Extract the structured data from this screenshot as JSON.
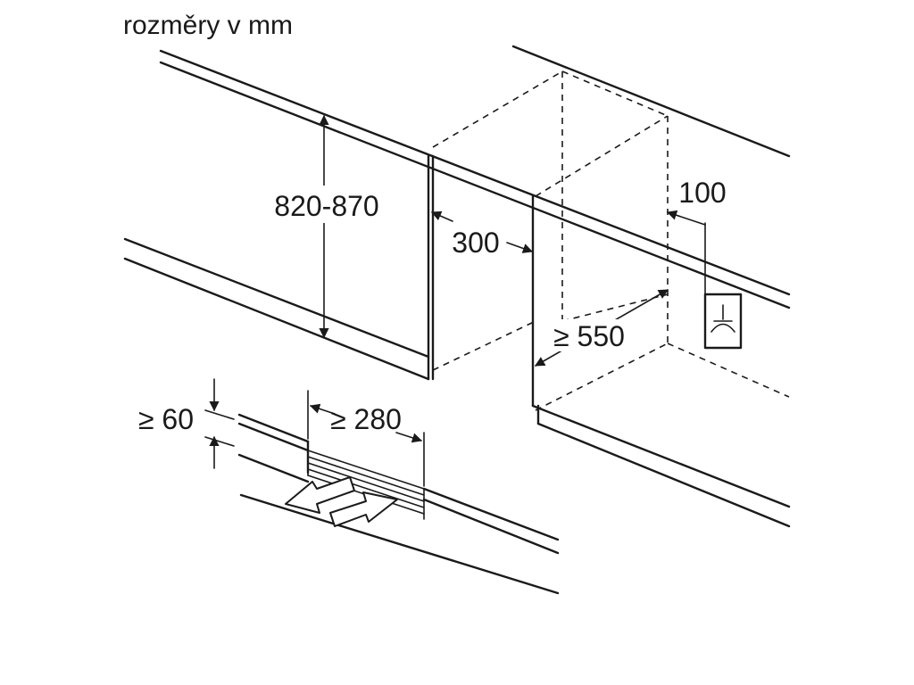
{
  "title": "rozměry v mm",
  "dimensions": {
    "height": "820-870",
    "depth_side": "300",
    "clearance_top": "100",
    "depth_min": "≥ 550",
    "vent_height": "≥ 60",
    "vent_width": "≥ 280"
  },
  "colors": {
    "line": "#1a1a1a",
    "background": "#ffffff"
  },
  "icons": {
    "socket": "power-socket-icon",
    "air_out": "airflow-out-arrow-icon",
    "air_in": "airflow-in-arrow-icon"
  }
}
